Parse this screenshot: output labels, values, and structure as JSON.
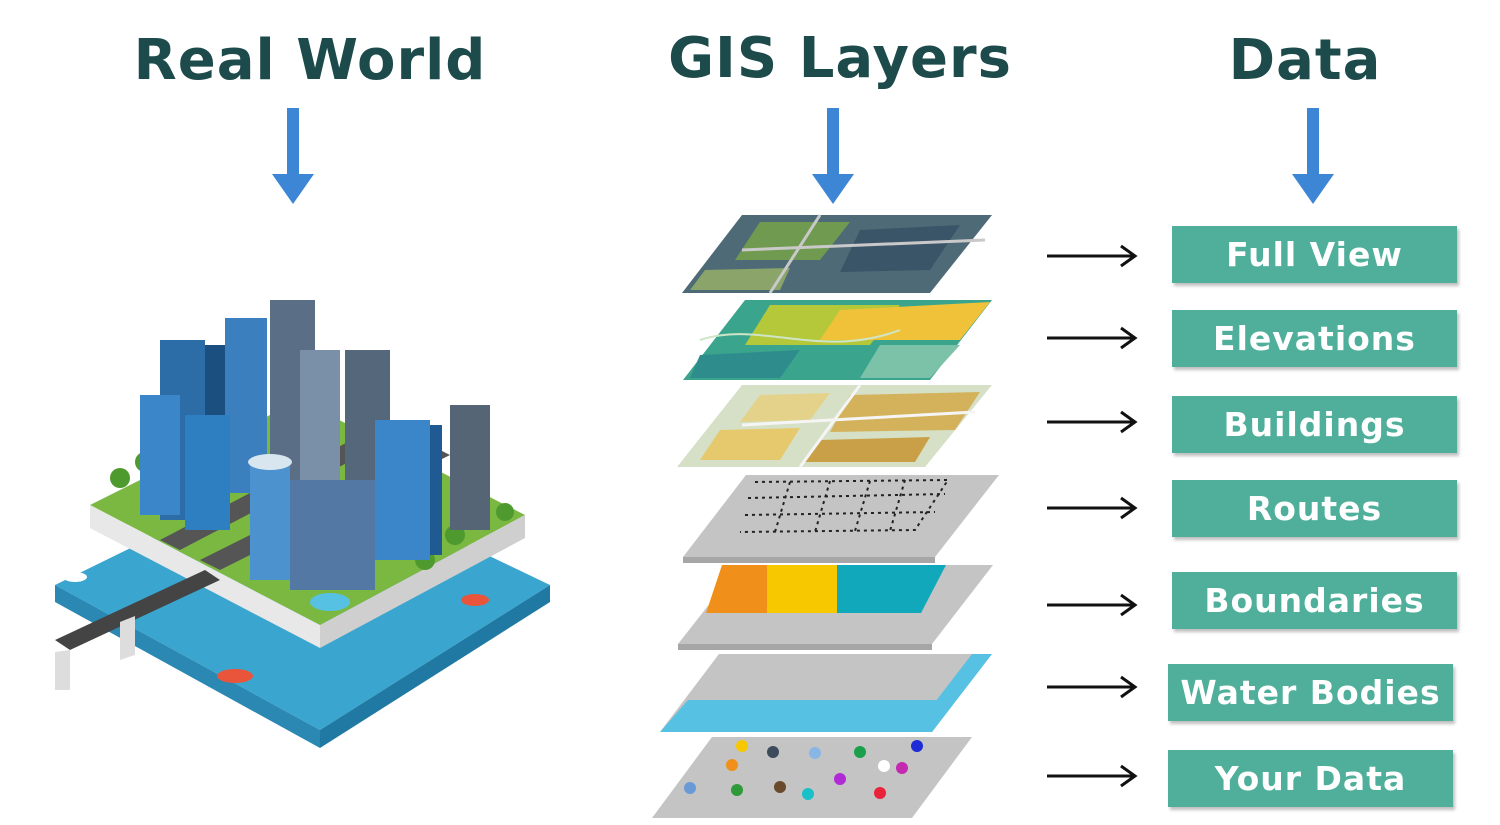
{
  "columns": {
    "real_world": "Real World",
    "gis_layers": "GIS Layers",
    "data": "Data"
  },
  "layers": [
    {
      "label": "Full View"
    },
    {
      "label": "Elevations"
    },
    {
      "label": "Buildings"
    },
    {
      "label": "Routes"
    },
    {
      "label": "Boundaries"
    },
    {
      "label": "Water Bodies"
    },
    {
      "label": "Your Data"
    }
  ],
  "colors": {
    "heading": "#1d4a4a",
    "arrow": "#3d86d6",
    "box": "#4faf9a",
    "box_text": "#ffffff",
    "layer_gray": "#c4c4c4",
    "water": "#56c1e3",
    "boundary_orange": "#f0901a",
    "boundary_yellow": "#f7c800",
    "boundary_teal": "#12a8bc"
  }
}
